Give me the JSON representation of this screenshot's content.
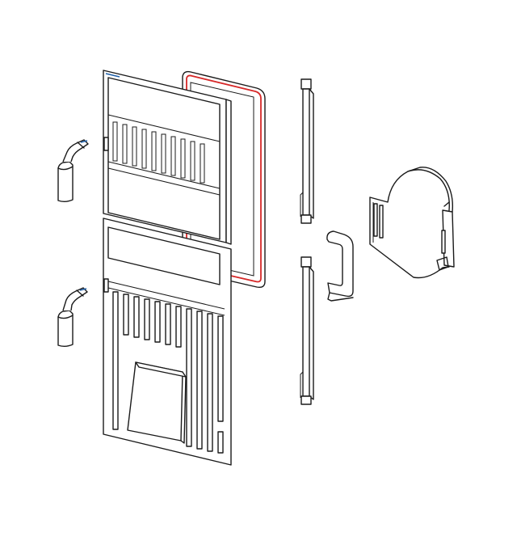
{
  "diagram": {
    "kind": "exploded-view",
    "background": "#ffffff",
    "colors": {
      "line": "#1a1a1a",
      "gasket_highlight": "#d62828",
      "accent_blue": "#1f5fa8"
    },
    "parts": [
      "upper-door-panel",
      "lower-door-panel",
      "hinge-pin-upper",
      "hinge-pin-lower",
      "door-gasket",
      "hinge-rail-upper",
      "hinge-rail-lower",
      "door-handle",
      "rear-bracket"
    ]
  }
}
